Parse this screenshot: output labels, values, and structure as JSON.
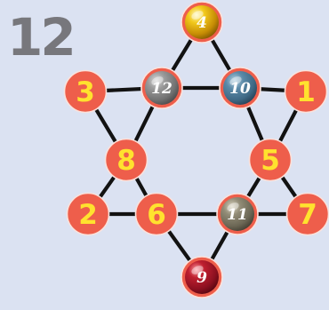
{
  "puzzle": {
    "target_number": "12"
  },
  "colors": {
    "background": "#dbe2f2",
    "title": "#77777c",
    "line": "#121212",
    "red_fill": "#ee5e4b",
    "red_ring": "#fae2dc",
    "number_yellow": "#ffe22e",
    "ball_text": "#ffffff"
  },
  "circles": [
    {
      "id": "left-top-tip",
      "label": "3"
    },
    {
      "id": "right-top-tip",
      "label": "1"
    },
    {
      "id": "left-side",
      "label": "8"
    },
    {
      "id": "right-side",
      "label": "5"
    },
    {
      "id": "left-bottom-tip",
      "label": "2"
    },
    {
      "id": "bottom-left-inner",
      "label": "6"
    },
    {
      "id": "right-bottom-tip",
      "label": "7"
    }
  ],
  "balls": [
    {
      "id": "top-tip",
      "label": "4",
      "color": "yellow"
    },
    {
      "id": "top-left-inner",
      "label": "12",
      "color": "gray"
    },
    {
      "id": "top-right-inner",
      "label": "10",
      "color": "blue"
    },
    {
      "id": "bottom-right-inner",
      "label": "11",
      "color": "olive"
    },
    {
      "id": "bottom-tip",
      "label": "9",
      "color": "red"
    }
  ]
}
